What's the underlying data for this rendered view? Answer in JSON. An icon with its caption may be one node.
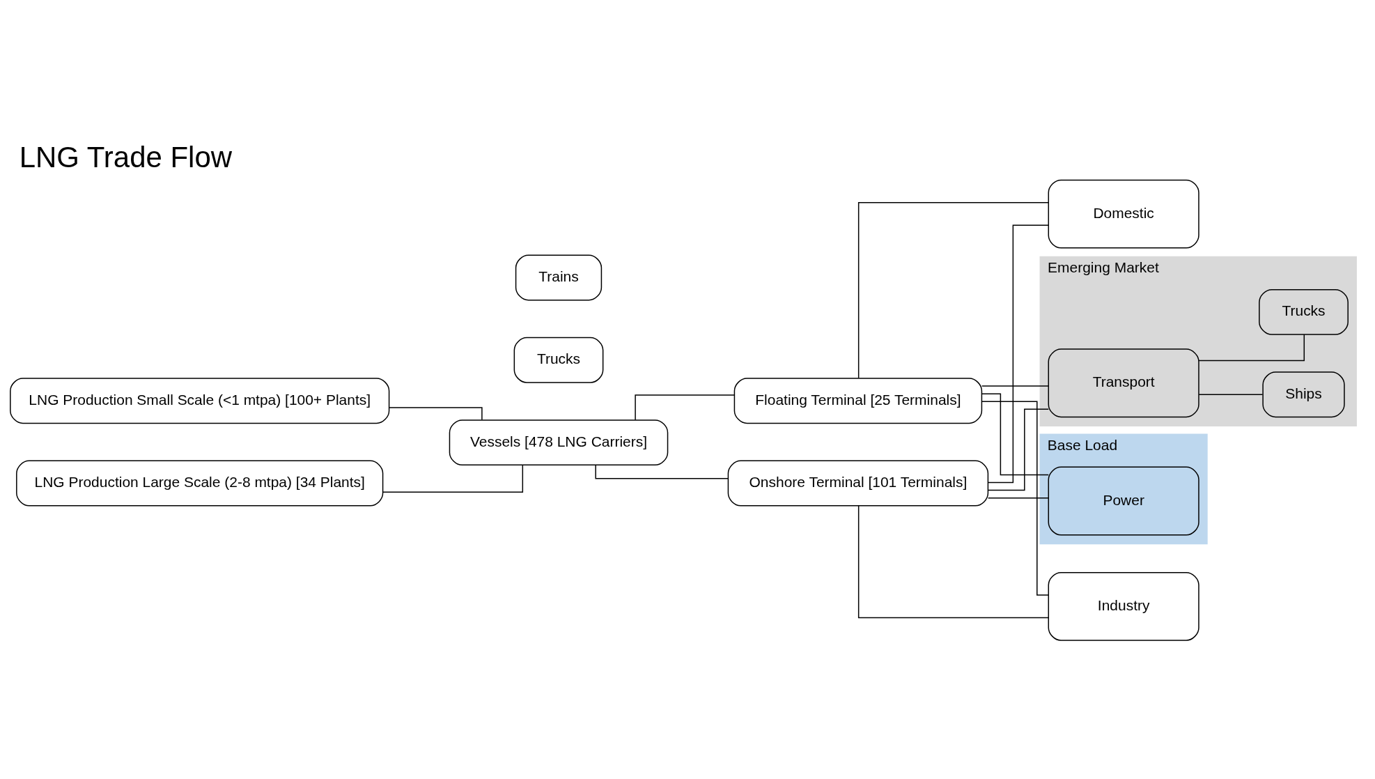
{
  "diagram": {
    "title": "LNG Trade Flow",
    "nodes": [
      {
        "text": [
          "LNG Production Small Scale (<1 mtpa) [100+ Plants]"
        ]
      },
      {
        "text": [
          "LNG Production Large Scale (2-8 mtpa) [34 Plants]"
        ]
      },
      {
        "text": [
          "Trucks"
        ]
      },
      {
        "text": [
          "Vessels [478 LNG Carriers]"
        ]
      },
      {
        "text": [
          "Trains"
        ]
      },
      {
        "text": [
          "Floating Terminal [25 Terminals]"
        ]
      },
      {
        "text": [
          "Onshore Terminal [101 Terminals]"
        ]
      },
      {
        "text": [
          "Base Load"
        ]
      },
      {
        "text": [
          "Power"
        ],
        "in": 7
      },
      {
        "text": [
          "Industry"
        ]
      },
      {
        "text": [
          "Domestic"
        ]
      },
      {
        "text": [
          "Emerging Market"
        ]
      },
      {
        "text": [
          "Transport"
        ],
        "in": 11
      },
      {
        "text": [
          "Ships"
        ],
        "in": 11
      },
      {
        "text": [
          "Trucks"
        ],
        "in": 11
      }
    ],
    "edges": [
      {
        "from": 0,
        "to": 3,
        "arrow": "none"
      },
      {
        "from": 1,
        "to": 3,
        "arrow": "none"
      },
      {
        "from": 3,
        "to": 5,
        "arrow": "none"
      },
      {
        "from": 3,
        "to": 6,
        "arrow": "none"
      },
      {
        "from": 5,
        "to": 8,
        "arrow": "none"
      },
      {
        "from": 5,
        "to": 9,
        "arrow": "none"
      },
      {
        "from": 5,
        "to": 10,
        "arrow": "none"
      },
      {
        "from": 5,
        "to": 12,
        "arrow": "none"
      },
      {
        "from": 6,
        "to": 8,
        "arrow": "none"
      },
      {
        "from": 6,
        "to": 9,
        "arrow": "none"
      },
      {
        "from": 6,
        "to": 10,
        "arrow": "none"
      },
      {
        "from": 6,
        "to": 12,
        "arrow": "none"
      },
      {
        "from": 12,
        "to": 13,
        "arrow": "none"
      },
      {
        "from": 12,
        "to": 14,
        "arrow": "none"
      }
    ]
  }
}
